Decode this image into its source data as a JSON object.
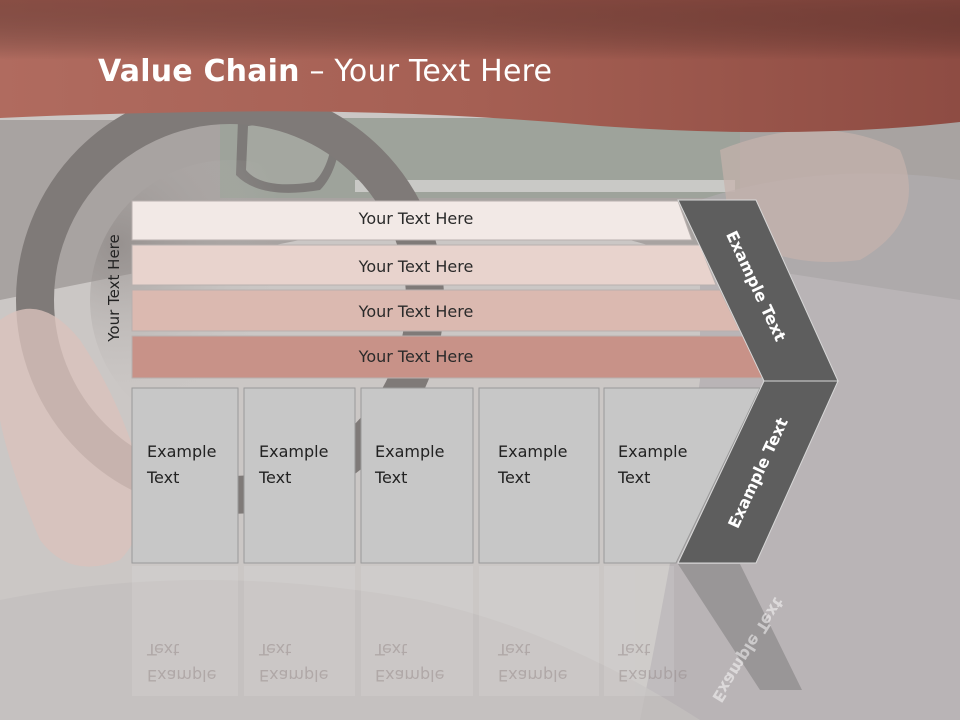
{
  "title": {
    "bold": "Value Chain",
    "rest": " – Your Text Here"
  },
  "side_label": "Your Text Here",
  "rows": [
    "Your Text Here",
    "Your Text Here",
    "Your Text Here",
    "Your Text Here"
  ],
  "boxes": [
    {
      "line1": "Example",
      "line2": "Text"
    },
    {
      "line1": "Example",
      "line2": "Text"
    },
    {
      "line1": "Example",
      "line2": "Text"
    },
    {
      "line1": "Example",
      "line2": "Text"
    },
    {
      "line1": "Example",
      "line2": "Text"
    }
  ],
  "chevron": {
    "top_label": "Example Text",
    "bottom_label": "Example Text"
  },
  "colors": {
    "header_band": "#a65e52",
    "chevron": "#5e5e5e",
    "row1": "#f2e9e6",
    "row2": "#e8d3cd",
    "row3": "#dbb9b0",
    "row4": "#c89288",
    "box_fill": "#c7c7c7"
  }
}
